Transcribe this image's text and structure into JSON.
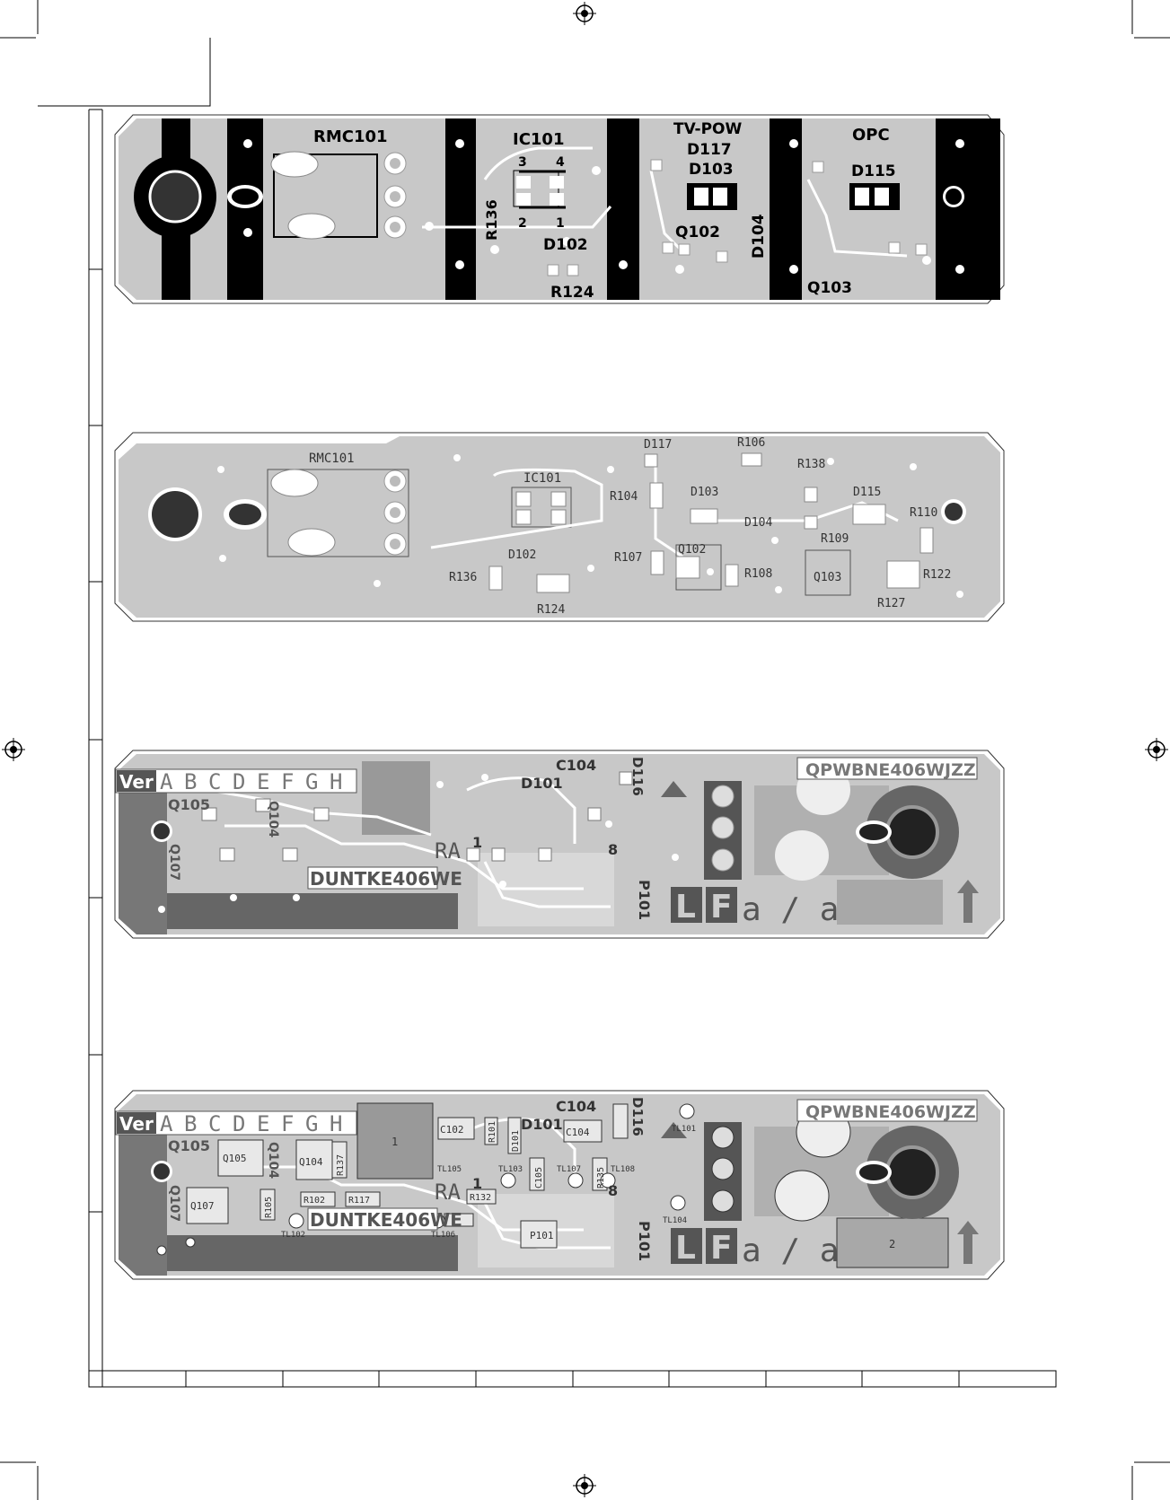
{
  "board1": {
    "labels": [
      "RMC101",
      "IC101",
      "3",
      "4",
      "2",
      "1",
      "R136",
      "D102",
      "R124",
      "TV-POW",
      "D117",
      "D103",
      "Q102",
      "D104",
      "OPC",
      "D115",
      "Q103"
    ]
  },
  "board2": {
    "labels": [
      "RMC101",
      "IC101",
      "D102",
      "R136",
      "R124",
      "D117",
      "R106",
      "R138",
      "R104",
      "D103",
      "D104",
      "D115",
      "R110",
      "R107",
      "Q102",
      "R109",
      "R108",
      "Q103",
      "R122",
      "R127"
    ]
  },
  "board3": {
    "version_box": [
      "Ver",
      "A",
      "B",
      "C",
      "D",
      "E",
      "F",
      "G",
      "H"
    ],
    "labels": [
      "C104",
      "D116",
      "D101",
      "Q105",
      "Q107",
      "Q104",
      "RA",
      "1",
      "8",
      "P101",
      "DUNTKE406WE",
      "QPWBNE406WJZZ"
    ],
    "mark_letters": [
      "L",
      "F"
    ],
    "mark_suffix": "a / a"
  },
  "board4": {
    "version_box": [
      "Ver",
      "A",
      "B",
      "C",
      "D",
      "E",
      "F",
      "G",
      "H"
    ],
    "labels": [
      "C104",
      "D116",
      "D101",
      "Q105",
      "Q107",
      "Q104",
      "RA",
      "1",
      "8",
      "P101",
      "DUNTKE406WE",
      "QPWBNE406WJZZ",
      "1",
      "2",
      "C102",
      "R101",
      "D101",
      "C104",
      "TL101",
      "Q105",
      "Q104",
      "R137",
      "TL105",
      "R132",
      "TL103",
      "C105",
      "TL107",
      "R135",
      "TL108",
      "Q107",
      "R105",
      "R102",
      "R117",
      "TL102",
      "TL106",
      "P101",
      "TL104"
    ],
    "mark_letters": [
      "L",
      "F"
    ],
    "mark_suffix": "a / a"
  }
}
